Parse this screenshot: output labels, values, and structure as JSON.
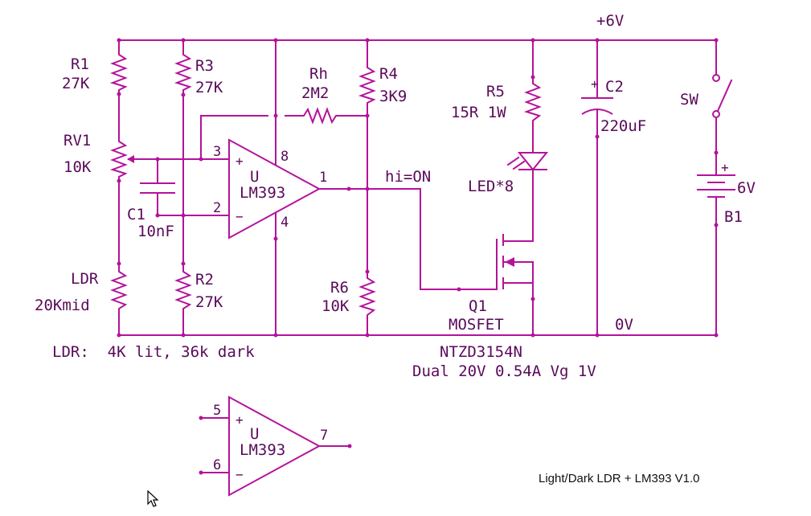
{
  "colors": {
    "wire": "#b5129a",
    "text": "#5a0a5a",
    "background": "#ffffff"
  },
  "supply": {
    "positive": "+6V",
    "ground": "0V"
  },
  "components": {
    "r1": {
      "ref": "R1",
      "value": "27K"
    },
    "r3": {
      "ref": "R3",
      "value": "27K"
    },
    "rh": {
      "ref": "Rh",
      "value": "2M2"
    },
    "r4": {
      "ref": "R4",
      "value": "3K9"
    },
    "r5": {
      "ref": "R5",
      "value": "15R 1W"
    },
    "c2": {
      "ref": "C2",
      "value": "220uF",
      "plus": "+"
    },
    "sw": {
      "ref": "SW"
    },
    "rv1": {
      "ref": "RV1",
      "value": "10K"
    },
    "c1": {
      "ref": "C1",
      "value": "10nF"
    },
    "u1": {
      "unit": "U",
      "part": "LM393",
      "pin_plus": "3",
      "pin_minus": "2",
      "pin_out": "1",
      "pin_vcc": "8",
      "pin_gnd": "4"
    },
    "u2": {
      "unit": "U",
      "part": "LM393",
      "pin_plus": "5",
      "pin_minus": "6",
      "pin_out": "7"
    },
    "led": {
      "ref": "LED*8"
    },
    "b1": {
      "ref": "B1",
      "value": "6V",
      "plus": "+"
    },
    "ldr": {
      "ref": "LDR",
      "value": "20Kmid"
    },
    "r2": {
      "ref": "R2",
      "value": "27K"
    },
    "r6": {
      "ref": "R6",
      "value": "10K"
    },
    "q1": {
      "ref": "Q1",
      "type": "MOSFET",
      "part": "NTZD3154N",
      "spec": "Dual 20V 0.54A Vg 1V"
    }
  },
  "notes": {
    "net_label": "hi=ON",
    "ldr_note": "LDR:  4K lit, 36k dark",
    "credit": "Light/Dark LDR + LM393 V1.0"
  },
  "icons": [
    "mouse-pointer-icon"
  ]
}
